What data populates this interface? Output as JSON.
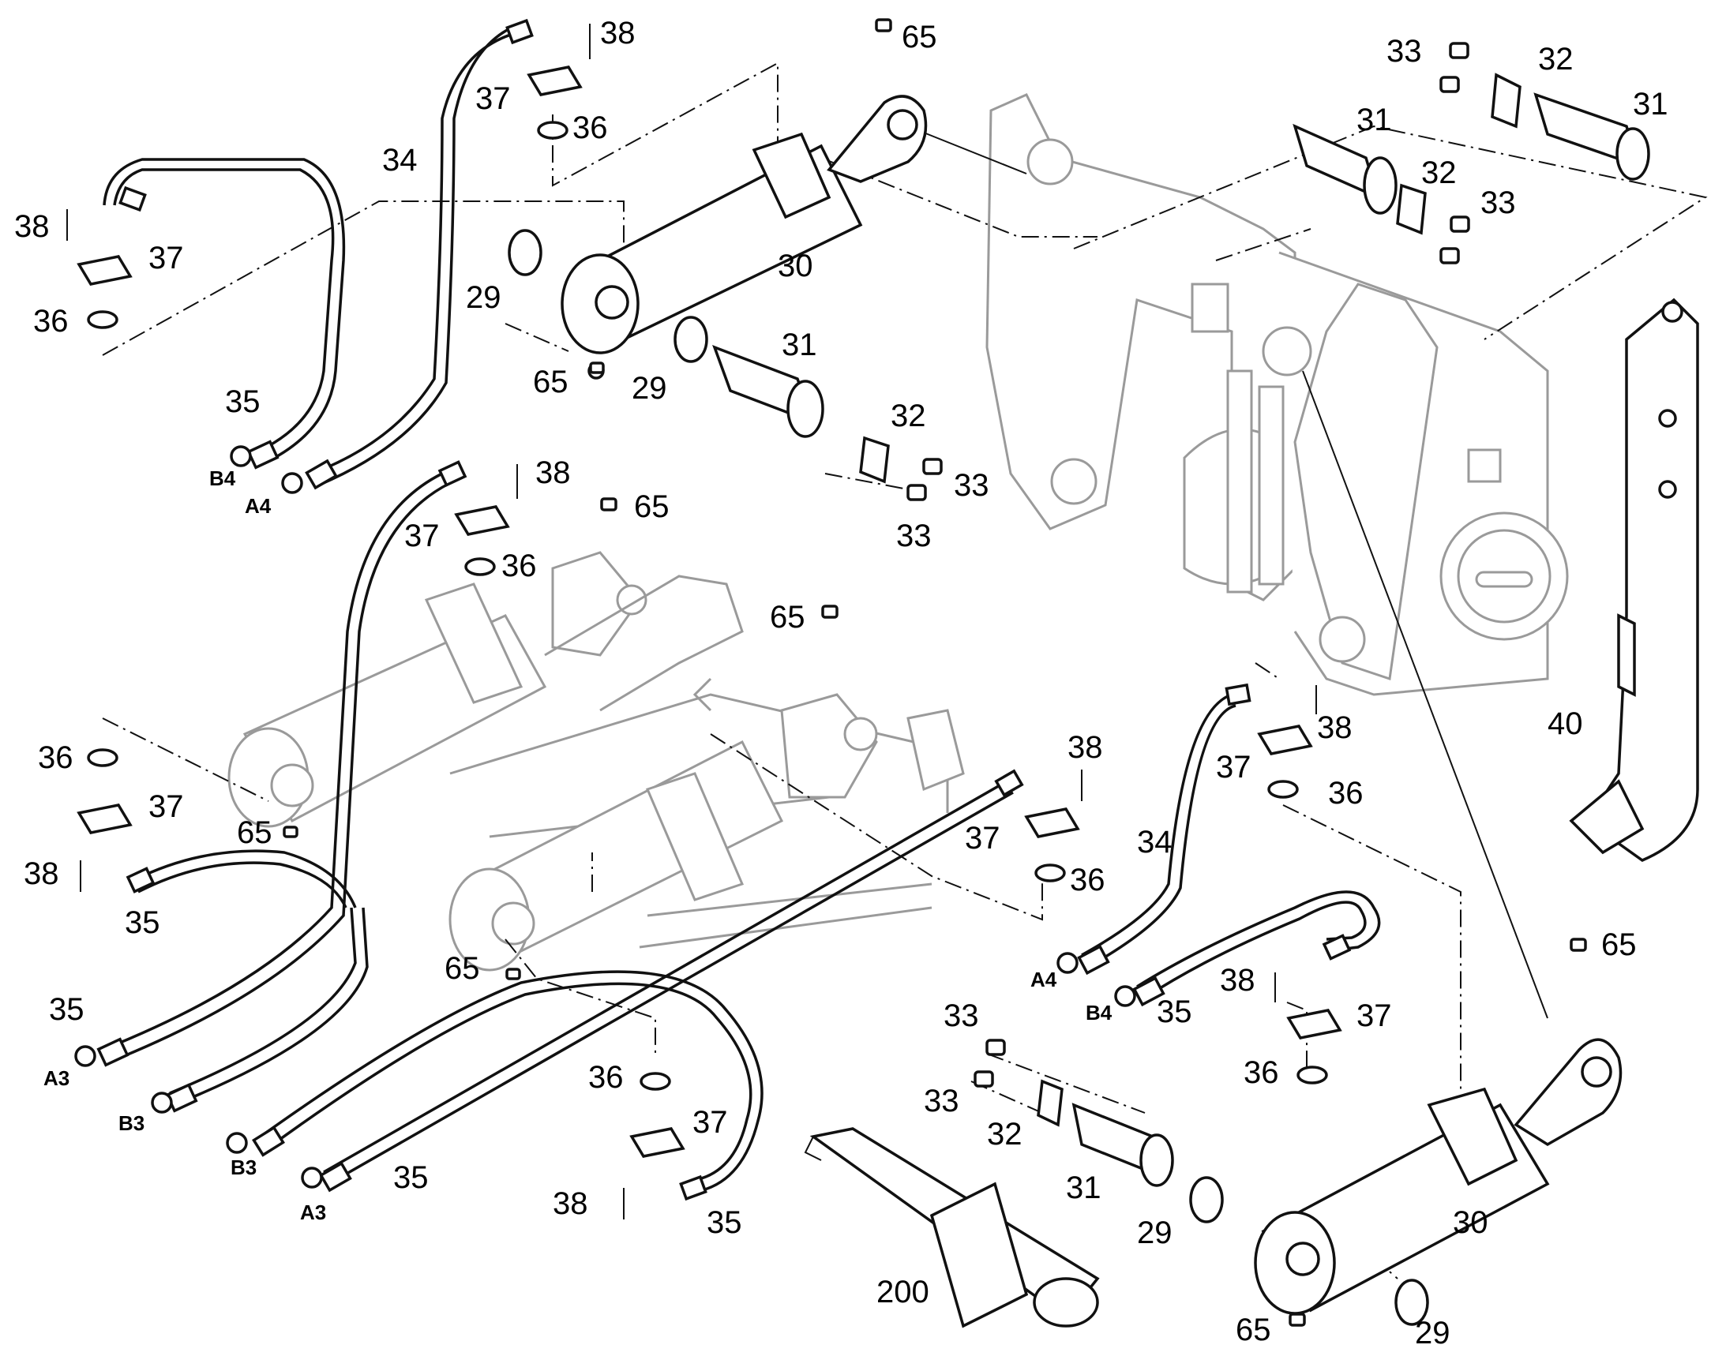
{
  "callouts": {
    "c29": "29",
    "c30": "30",
    "c31": "31",
    "c32": "32",
    "c33": "33",
    "c34": "34",
    "c35": "35",
    "c36": "36",
    "c37": "37",
    "c38": "38",
    "c40": "40",
    "c65": "65",
    "c200": "200"
  },
  "ports": {
    "a3": "A3",
    "a4": "A4",
    "b3": "B3",
    "b4": "B4"
  }
}
